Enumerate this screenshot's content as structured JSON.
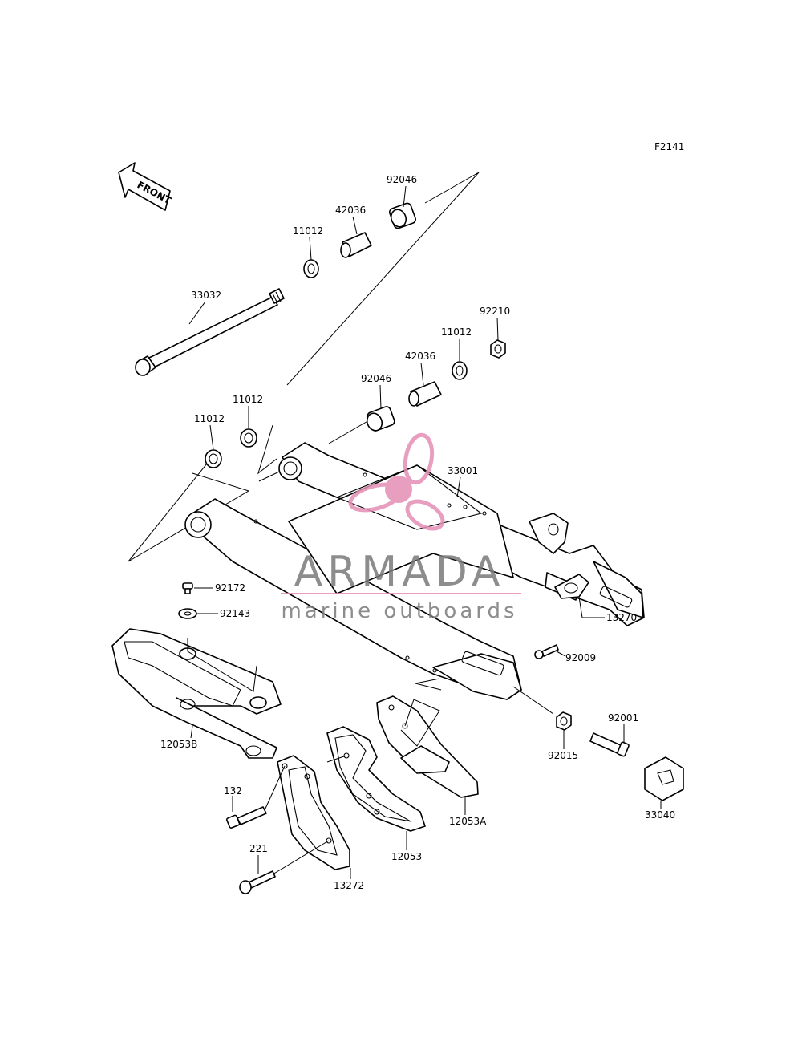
{
  "figure_code": "F2141",
  "front_label": "FRONT",
  "watermark": {
    "brand": "ARMADA",
    "tagline": "marine outboards",
    "logo_color": "#e48fb5"
  },
  "callouts": {
    "p92046_top": "92046",
    "p42036_top": "42036",
    "p11012_top": "11012",
    "p33032": "33032",
    "p92210": "92210",
    "p11012_mid": "11012",
    "p42036_mid": "42036",
    "p92046_mid": "92046",
    "p11012_l1": "11012",
    "p11012_l2": "11012",
    "p33001": "33001",
    "p92172": "92172",
    "p92143": "92143",
    "p13270": "13270",
    "p92009": "92009",
    "p12053B": "12053B",
    "p92001": "92001",
    "p92015": "92015",
    "p33040": "33040",
    "p132": "132",
    "p12053A": "12053A",
    "p12053": "12053",
    "p221": "221",
    "p13272": "13272"
  }
}
